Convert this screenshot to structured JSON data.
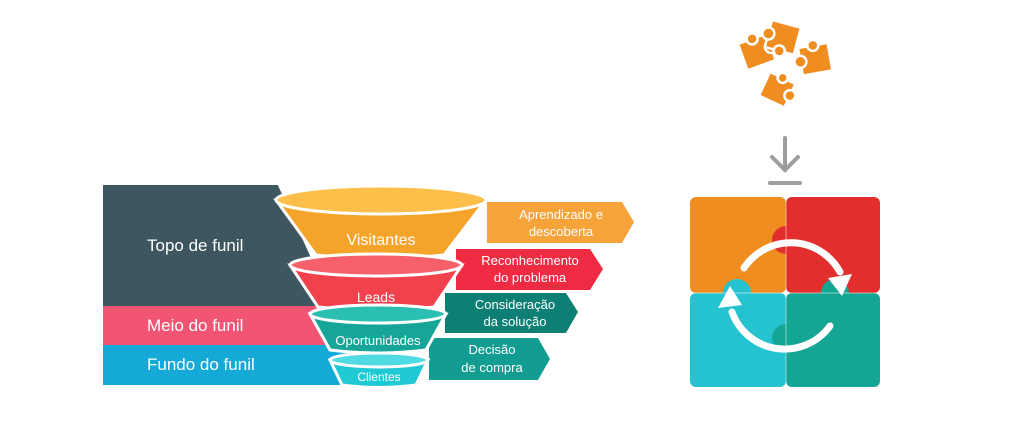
{
  "stages": [
    {
      "label": "Topo de funil"
    },
    {
      "label": "Meio do funil"
    },
    {
      "label": "Fundo do funil"
    }
  ],
  "funnel": [
    {
      "label": "Visitantes",
      "color": "#f5a42a",
      "dark": "#e08a12",
      "top": "#fbbf4a"
    },
    {
      "label": "Leads",
      "color": "#f0414d",
      "dark": "#cf2a37",
      "top": "#f6606a"
    },
    {
      "label": "Oportunidades",
      "color": "#17a59a",
      "dark": "#0f857c",
      "top": "#2bbfb2"
    },
    {
      "label": "Clientes",
      "color": "#20c9d3",
      "dark": "#14a7b0",
      "top": "#4fdbe2"
    }
  ],
  "steps": [
    {
      "line1": "Aprendizado e",
      "line2": "descoberta",
      "color": "#f6a33a"
    },
    {
      "line1": "Reconhecimento",
      "line2": "do problema",
      "color": "#ee2b43"
    },
    {
      "line1": "Consideração",
      "line2": "da solução",
      "color": "#0e7f74"
    },
    {
      "line1": "Decisão",
      "line2": "de compra",
      "color": "#129c92"
    }
  ],
  "puzzle": {
    "colors": {
      "orange": "#f08d21",
      "red": "#e22e2c",
      "cyan": "#25c3d0",
      "teal": "#14a593"
    },
    "arrow_color": "#9e9e9e",
    "icons": [
      "puzzle-pieces-icon",
      "down-arrow-icon",
      "cycle-arrows-icon"
    ]
  }
}
